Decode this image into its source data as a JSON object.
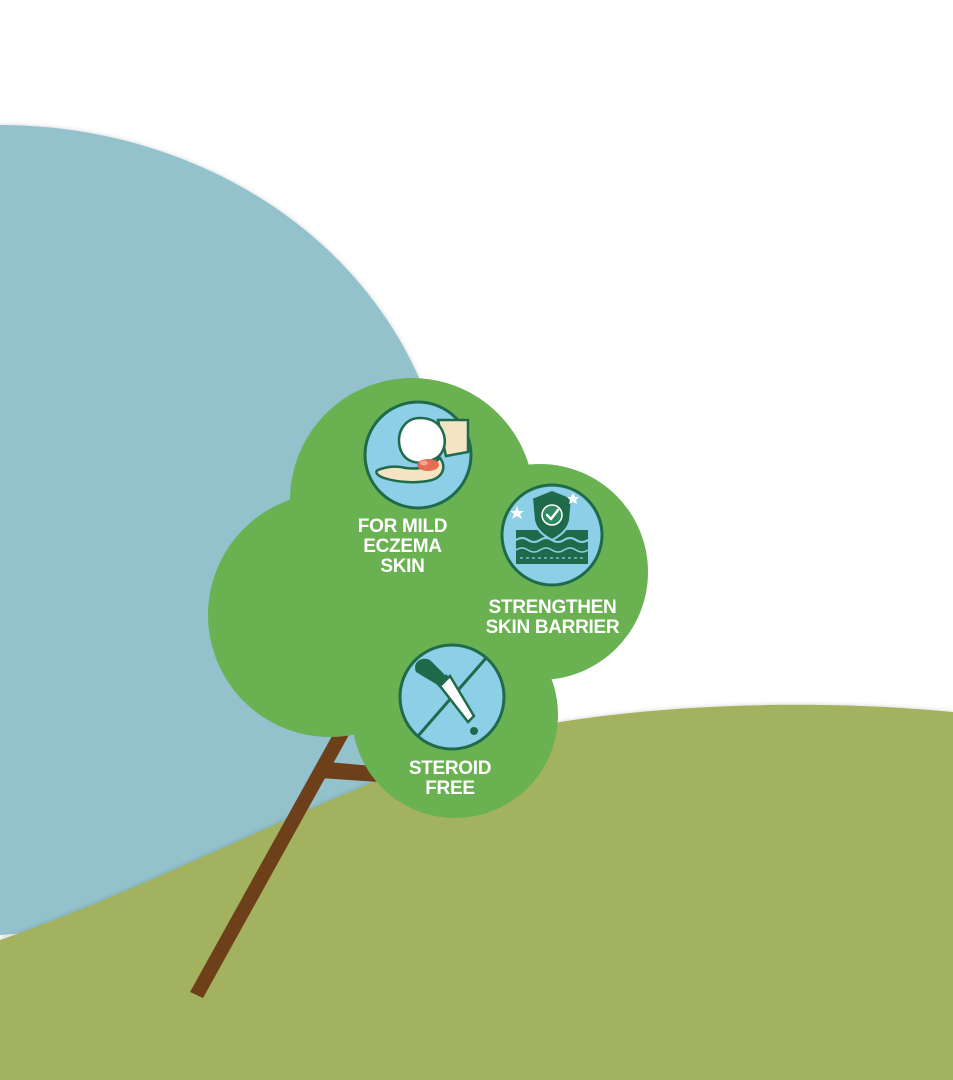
{
  "colors": {
    "sky_blob": "#93c2cc",
    "hill": "#a3b25e",
    "tree_canopy": "#6ab251",
    "trunk": "#6e401a",
    "icon_circle": "#8dcfe6",
    "icon_outline": "#1f6a4a",
    "label_text": "#ffffff"
  },
  "badges": [
    {
      "icon": "eczema-skin-icon",
      "lines": [
        "FOR MILD",
        "ECZEMA",
        "SKIN"
      ]
    },
    {
      "icon": "shield-skin-layer-icon",
      "lines": [
        "STRENGTHEN",
        "SKIN BARRIER"
      ]
    },
    {
      "icon": "no-dropper-icon",
      "lines": [
        "STEROID",
        "FREE"
      ]
    }
  ]
}
